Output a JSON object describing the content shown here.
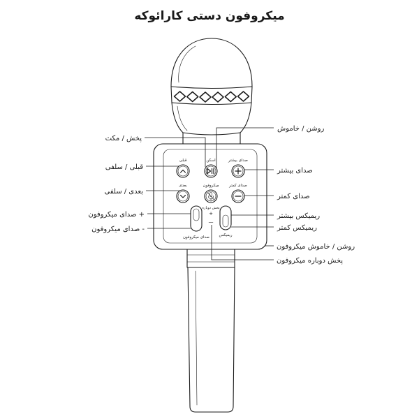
{
  "title": "میکروفون دستی کارائوکه",
  "colors": {
    "line": "#1a1a1a",
    "background": "#ffffff"
  },
  "callouts": {
    "left": [
      "پخش / مکث",
      "قبلی / سلفی",
      "بعدی / سلفی",
      "صدای میکروفون +",
      "صدای میکروفون -"
    ],
    "right": [
      "روشن / خاموش",
      "صدای بیشتر",
      "صدای کمتر",
      "ریمیکس بیشتر",
      "ریمیکس کمتر",
      "روشن / خاموش میکروفون",
      "پخش دوباره میکروفون"
    ]
  },
  "panel": {
    "buttons": [
      {
        "label": "قبلی",
        "icon": "chevron-up-icon"
      },
      {
        "label": "اسکن",
        "icon": "play-pause-icon"
      },
      {
        "label": "صدای بیشتر",
        "icon": "plus-icon"
      },
      {
        "label": "بعدی",
        "icon": "chevron-down-icon"
      },
      {
        "label": "میکروفون",
        "icon": "microphone-off-icon"
      },
      {
        "label": "صدای کمتر",
        "icon": "minus-icon"
      }
    ],
    "echo": {
      "label": "پخش دوباره",
      "plus": "+",
      "minus": "—"
    },
    "sliders": [
      {
        "label": "صدای میکروفون"
      },
      {
        "label": "ریمیکس"
      }
    ]
  }
}
